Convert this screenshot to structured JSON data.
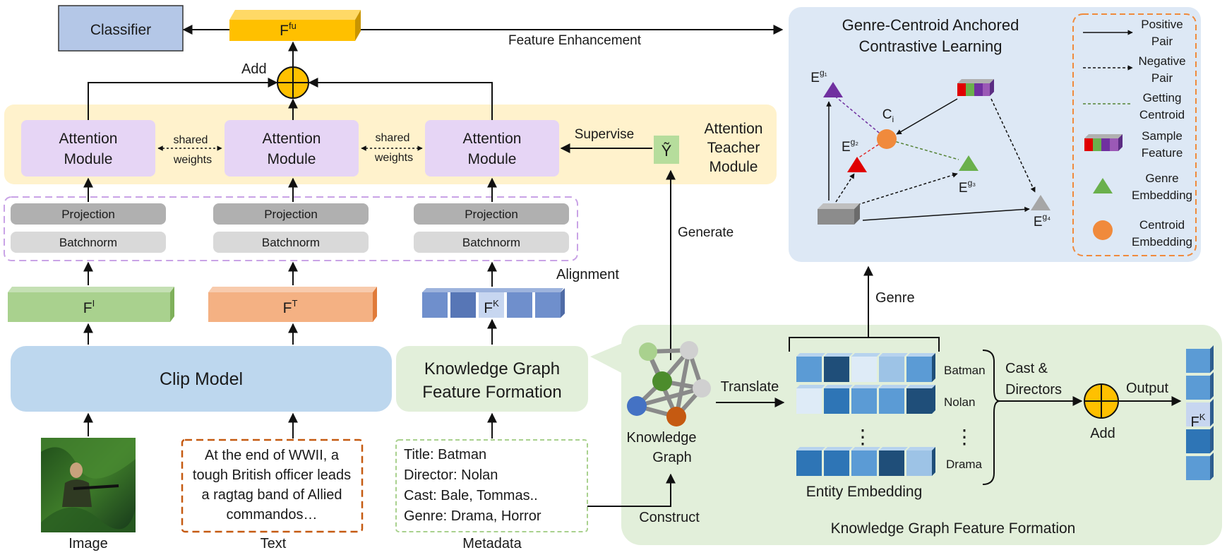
{
  "top": {
    "classifier": "Classifier",
    "ffu_base": "F",
    "ffu_sup": "fu",
    "add_label": "Add",
    "feature_enhancement": "Feature Enhancement"
  },
  "attention": {
    "module_line1": "Attention",
    "module_line2": "Module",
    "shared1": "shared",
    "shared2": "weights",
    "supervise": "Supervise",
    "teacher_line1": "Attention",
    "teacher_line2": "Teacher",
    "teacher_line3": "Module",
    "y_tilde": "Ỹ",
    "generate": "Generate"
  },
  "align": {
    "projection": "Projection",
    "batchnorm": "Batchnorm",
    "alignment": "Alignment"
  },
  "features": {
    "fi_base": "F",
    "fi_sup": "I",
    "ft_base": "F",
    "ft_sup": "T",
    "fk_base": "F",
    "fk_sup": "K"
  },
  "inputs": {
    "clip_model": "Clip Model",
    "kg_formation_line1": "Knowledge Graph",
    "kg_formation_line2": "Feature Formation",
    "text_lines": [
      "At the end of WWII, a",
      "tough British officer leads",
      "a ragtag band of Allied",
      "commandos…"
    ],
    "meta_lines": [
      "Title: Batman",
      "Director: Nolan",
      "Cast: Bale, Tommas..",
      "Genre: Drama, Horror"
    ],
    "image_label": "Image",
    "text_label": "Text",
    "metadata_label": "Metadata"
  },
  "kg": {
    "kg_line1": "Knowledge",
    "kg_line2": "Graph",
    "translate": "Translate",
    "construct": "Construct",
    "genre": "Genre",
    "entity_embedding": "Entity Embedding",
    "rows": [
      "Batman",
      "Nolan",
      "Drama"
    ],
    "dots": "⋮",
    "cast_line1": "Cast &",
    "cast_line2": "Directors",
    "add_label": "Add",
    "output": "Output",
    "out_base": "F",
    "out_sup": "K",
    "panel_title": "Knowledge Graph Feature Formation"
  },
  "contrast": {
    "title_line1": "Genre-Centroid Anchored",
    "title_line2": "Contrastive Learning",
    "e_base": "E",
    "g1": "g₁",
    "g2": "g₂",
    "g3": "g₃",
    "g4": "g₄",
    "ci_base": "C",
    "ci_sub": "i"
  },
  "legend": {
    "positive_line1": "Positive",
    "positive_line2": "Pair",
    "negative_line1": "Negative",
    "negative_line2": "Pair",
    "centroid_line1": "Getting",
    "centroid_line2": "Centroid",
    "sample_line1": "Sample",
    "sample_line2": "Feature",
    "genre_line1": "Genre",
    "genre_line2": "Embedding",
    "cent_line1": "Centroid",
    "cent_line2": "Embedding"
  },
  "colors": {
    "classifier_fill": "#b4c7e7",
    "ffu_fill": "#ffc000",
    "attention_band": "#fff2cc",
    "attention_module": "#e6d5f5",
    "clip_fill": "#bdd7ee",
    "kg_panel": "#e2efda",
    "contrast_panel": "#dde8f5",
    "fi_fill": "#a9d18e",
    "ft_fill": "#f4b183",
    "fk_fill": "#6f8fcc",
    "centroid": "#f08a3c",
    "genre_triangle": "#6ab04c"
  }
}
